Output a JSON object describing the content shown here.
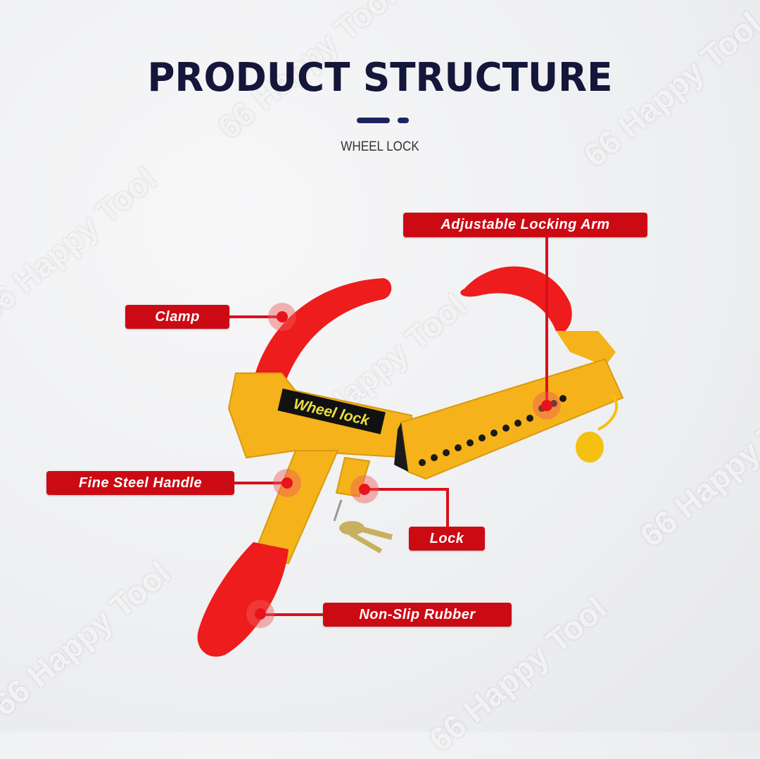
{
  "header": {
    "title": "PRODUCT STRUCTURE",
    "subtitle": "WHEEL LOCK"
  },
  "product": {
    "name": "Wheel lock",
    "sticker_text": "Wheel lock",
    "colors": {
      "body": "#f5b21a",
      "rubber": "#ee1c1c",
      "sticker": "#111111",
      "sticker_text": "#e8e040"
    }
  },
  "callouts": [
    {
      "id": "adjustable-locking-arm",
      "label": "Adjustable Locking Arm"
    },
    {
      "id": "clamp",
      "label": "Clamp"
    },
    {
      "id": "fine-steel-handle",
      "label": "Fine Steel Handle"
    },
    {
      "id": "lock",
      "label": "Lock"
    },
    {
      "id": "non-slip-rubber",
      "label": "Non-Slip Rubber"
    }
  ],
  "watermark": "66 Happy Tool",
  "colors": {
    "title": "#14163a",
    "accent": "#1c2460",
    "label_bg": "#cc0a14",
    "label_text": "#ffffff"
  }
}
